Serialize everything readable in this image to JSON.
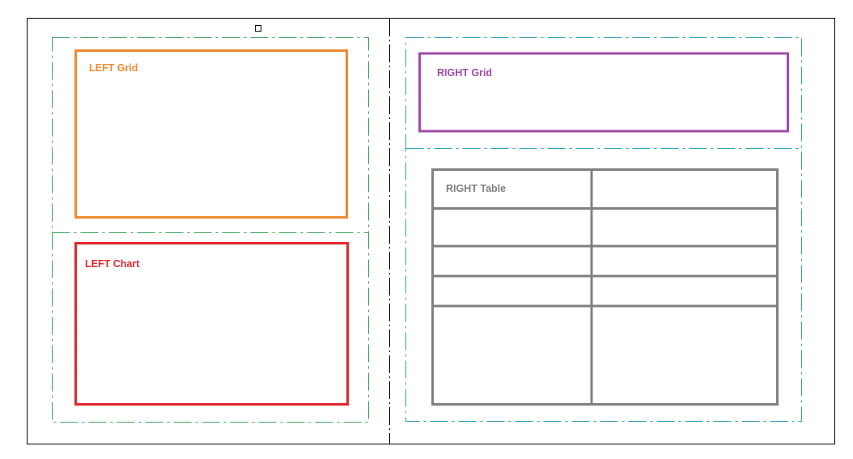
{
  "left_grid": {
    "label": "LEFT Grid",
    "color": "#F08A32"
  },
  "left_chart": {
    "label": "LEFT Chart",
    "color": "#E0282B"
  },
  "right_grid": {
    "label": "RIGHT Grid",
    "color": "#A04DA5"
  },
  "right_table": {
    "label": "RIGHT Table",
    "color": "#808080",
    "rows": 5,
    "columns": 2
  },
  "colors": {
    "outer_border": "#000000",
    "left_zone": "#3DA35D",
    "right_zone": "#2BA3B8",
    "divider": "#000000"
  }
}
